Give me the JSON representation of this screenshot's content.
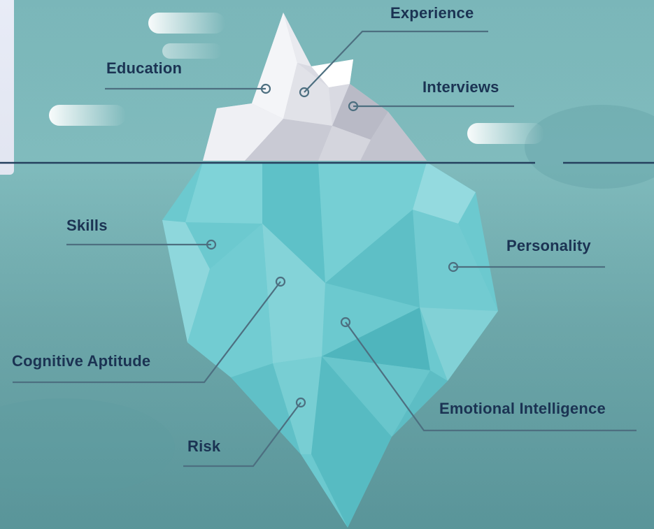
{
  "diagram": {
    "labels": {
      "experience": "Experience",
      "education": "Education",
      "interviews": "Interviews",
      "skills": "Skills",
      "personality": "Personality",
      "cognitive": "Cognitive Aptitude",
      "emotional": "Emotional Intelligence",
      "risk": "Risk"
    },
    "colors": {
      "label_text": "#1b3353",
      "waterline": "#25405e",
      "leader_line": "#4d6f80",
      "ice_above": "#d8d9e1",
      "ice_below": "#6cc9cf"
    }
  }
}
